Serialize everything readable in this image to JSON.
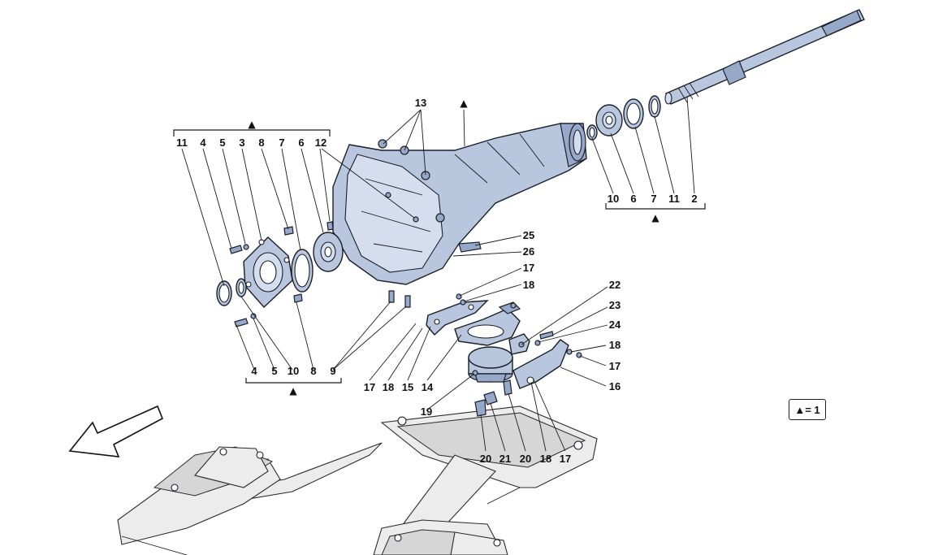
{
  "diagram": {
    "group_marker": "▲",
    "top_left_group_labels": [
      "11",
      "4",
      "5",
      "3",
      "8",
      "7",
      "6",
      "12"
    ],
    "bottom_left_group_labels": [
      "4",
      "5",
      "10",
      "8",
      "9"
    ],
    "right_group_labels": [
      "10",
      "6",
      "7",
      "11",
      "2"
    ],
    "callouts": {
      "c13": "13",
      "c25": "25",
      "c26": "26",
      "c17a": "17",
      "c18a": "18",
      "c22": "22",
      "c23": "23",
      "c24": "24",
      "c18b": "18",
      "c17b": "17",
      "c16": "16",
      "c17c": "17",
      "c18c": "18",
      "c15": "15",
      "c14": "14",
      "c19": "19",
      "c20a": "20",
      "c21": "21",
      "c20b": "20",
      "c18d": "18",
      "c17d": "17"
    }
  },
  "legend": {
    "text": "▲= 1"
  }
}
